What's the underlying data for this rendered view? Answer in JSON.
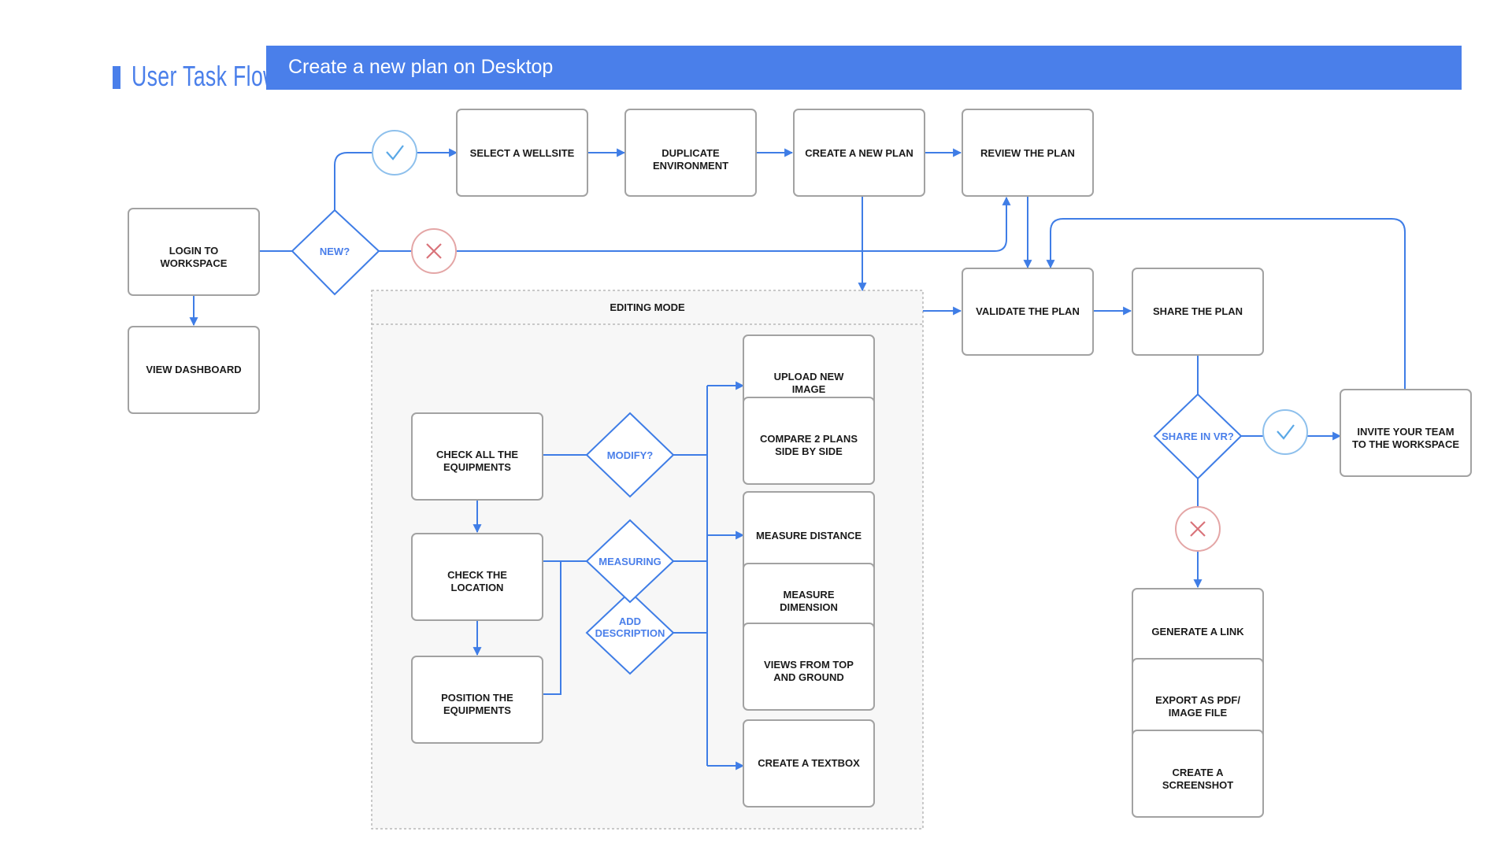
{
  "brand": {
    "title": "User Task Flow"
  },
  "header": {
    "title": "Create a new plan on Desktop"
  },
  "colors": {
    "accent": "#4a7fea",
    "line": "#3f7de6",
    "yes": "#5aa8e6",
    "no": "#d9737a",
    "box_border": "#a2a2a2",
    "group_bg": "#f7f7f7"
  },
  "icons": {
    "yes": "check-icon",
    "no": "cross-icon"
  },
  "editing": {
    "title": "EDITING MODE"
  },
  "nodes": {
    "login": [
      "LOGIN TO",
      "WORKSPACE"
    ],
    "dashboard": [
      "VIEW DASHBOARD"
    ],
    "select_wellsite": [
      "SELECT A WELLSITE"
    ],
    "duplicate": [
      "DUPLICATE",
      "ENVIRONMENT"
    ],
    "create_plan": [
      "CREATE A NEW PLAN"
    ],
    "review": [
      "REVIEW THE PLAN"
    ],
    "validate": [
      "VALIDATE THE PLAN"
    ],
    "share": [
      "SHARE THE PLAN"
    ],
    "invite": [
      "INVITE YOUR TEAM",
      "TO THE WORKSPACE"
    ],
    "generate_link": [
      "GENERATE A LINK"
    ],
    "export": [
      "EXPORT AS PDF/",
      "IMAGE FILE"
    ],
    "screenshot": [
      "CREATE A",
      "SCREENSHOT"
    ],
    "check_equipments": [
      "CHECK ALL THE",
      "EQUIPMENTS"
    ],
    "check_location": [
      "CHECK THE",
      "LOCATION"
    ],
    "position": [
      "POSITION THE",
      "EQUIPMENTS"
    ],
    "upload": [
      "UPLOAD NEW",
      "IMAGE"
    ],
    "compare": [
      "COMPARE 2 PLANS",
      "SIDE BY SIDE"
    ],
    "measure_distance": [
      "MEASURE DISTANCE"
    ],
    "measure_dimension": [
      "MEASURE",
      "DIMENSION"
    ],
    "views": [
      "VIEWS FROM TOP",
      "AND GROUND"
    ],
    "textbox": [
      "CREATE A TEXTBOX"
    ]
  },
  "decisions": {
    "new": [
      "NEW?"
    ],
    "modify": [
      "MODIFY?"
    ],
    "measuring": [
      "MEASURING"
    ],
    "add_description": [
      "ADD",
      "DESCRIPTION"
    ],
    "share_vr": [
      "SHARE IN VR?"
    ]
  }
}
